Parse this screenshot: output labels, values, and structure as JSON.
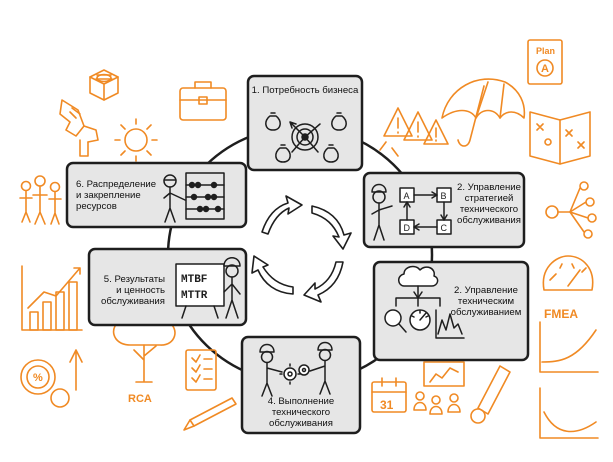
{
  "steps": [
    {
      "id": 1,
      "label": "1. Потребность бизнеса"
    },
    {
      "id": 2,
      "label": "2. Управление\nстратегией\nтехнического\nобслуживания"
    },
    {
      "id": 3,
      "label": "2. Управление\nтехническим\nобслуживанием"
    },
    {
      "id": 4,
      "label": "4. Выполнение\nтехнического\nобслуживания"
    },
    {
      "id": 5,
      "label": "5. Результаты\nи ценность\nобслуживания"
    },
    {
      "id": 6,
      "label": "6. Распределение\nи закрепление\nресурсов"
    }
  ],
  "strategy_cells": [
    "A",
    "B",
    "C",
    "D"
  ],
  "metrics": {
    "top": "MTBF",
    "bottom": "MTTR"
  },
  "doodle_labels": {
    "plan": "Plan",
    "plan_letter": "A",
    "fmea": "FMEA",
    "rca": "RCA",
    "calendar": "31",
    "percent": "%"
  },
  "colors": {
    "box_fill": "#e6e6e6",
    "outline": "#1e1e1e",
    "doodle": "#f08a24"
  }
}
